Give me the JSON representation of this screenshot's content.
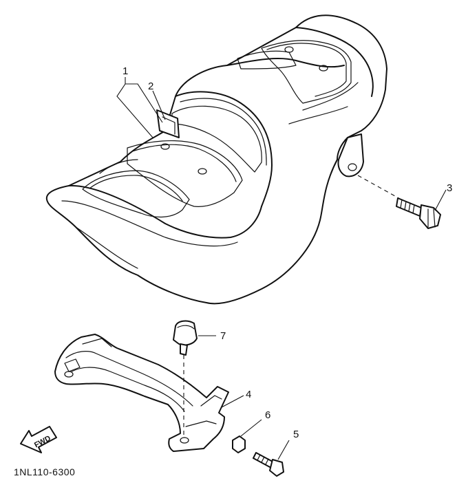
{
  "callouts": [
    "1",
    "2",
    "3",
    "4",
    "5",
    "6",
    "7"
  ],
  "fwd_label": "FWD",
  "part_code": "1NL110-6300",
  "icons": {
    "seat": "double-seat-illustration",
    "bracket": "seat-bracket-illustration",
    "bolt": "flange-bolt-icon",
    "damper": "rubber-damper-icon",
    "nut": "nut-icon",
    "fwd_arrow": "forward-arrow-icon"
  }
}
